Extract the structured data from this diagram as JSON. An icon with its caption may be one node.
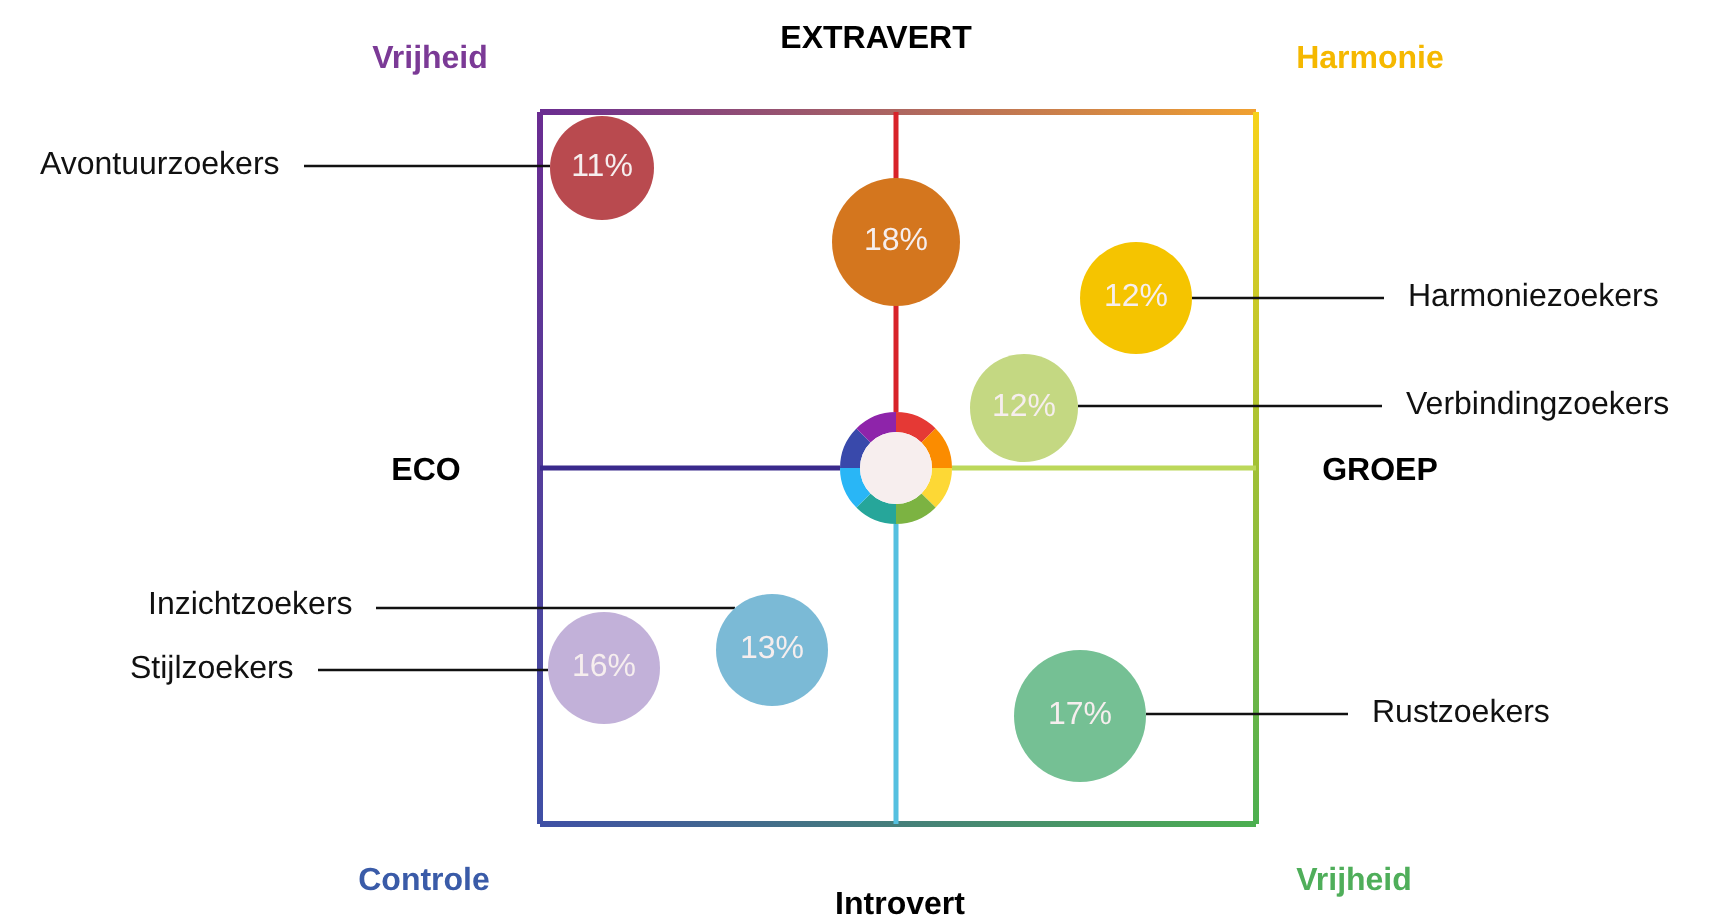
{
  "diagram": {
    "nodes": [
      {
        "text": [
          "Avontuurzoekers"
        ]
      },
      {
        "text": [
          "11%"
        ]
      },
      {
        "text": [
          "18%"
        ]
      },
      {
        "text": [
          "12%"
        ]
      },
      {
        "text": [
          "Harmoniezoekers"
        ]
      },
      {
        "text": [
          "12%"
        ]
      },
      {
        "text": [
          "Verbindingzoekers"
        ]
      },
      {
        "text": [
          "Inzichtzoekers"
        ]
      },
      {
        "text": [
          "Stijlzoekers"
        ]
      },
      {
        "text": [
          "16%"
        ]
      },
      {
        "text": [
          "13%"
        ]
      },
      {
        "text": [
          "17%"
        ]
      },
      {
        "text": [
          "Rustzoekers"
        ]
      }
    ],
    "edges": [
      {
        "from": 0,
        "to": 1,
        "arrow": "none"
      },
      {
        "from": 4,
        "to": 3,
        "arrow": "none"
      },
      {
        "from": 6,
        "to": 5,
        "arrow": "none"
      },
      {
        "from": 7,
        "to": 10,
        "arrow": "none"
      },
      {
        "from": 8,
        "to": 9,
        "arrow": "none"
      },
      {
        "from": 12,
        "to": 11,
        "arrow": "none"
      }
    ],
    "labels": [
      "Vrijheid",
      "EXTRAVERT",
      "Harmonie",
      "ECO",
      "GROEP",
      "Controle",
      "Introvert",
      "Vrijheid"
    ]
  }
}
